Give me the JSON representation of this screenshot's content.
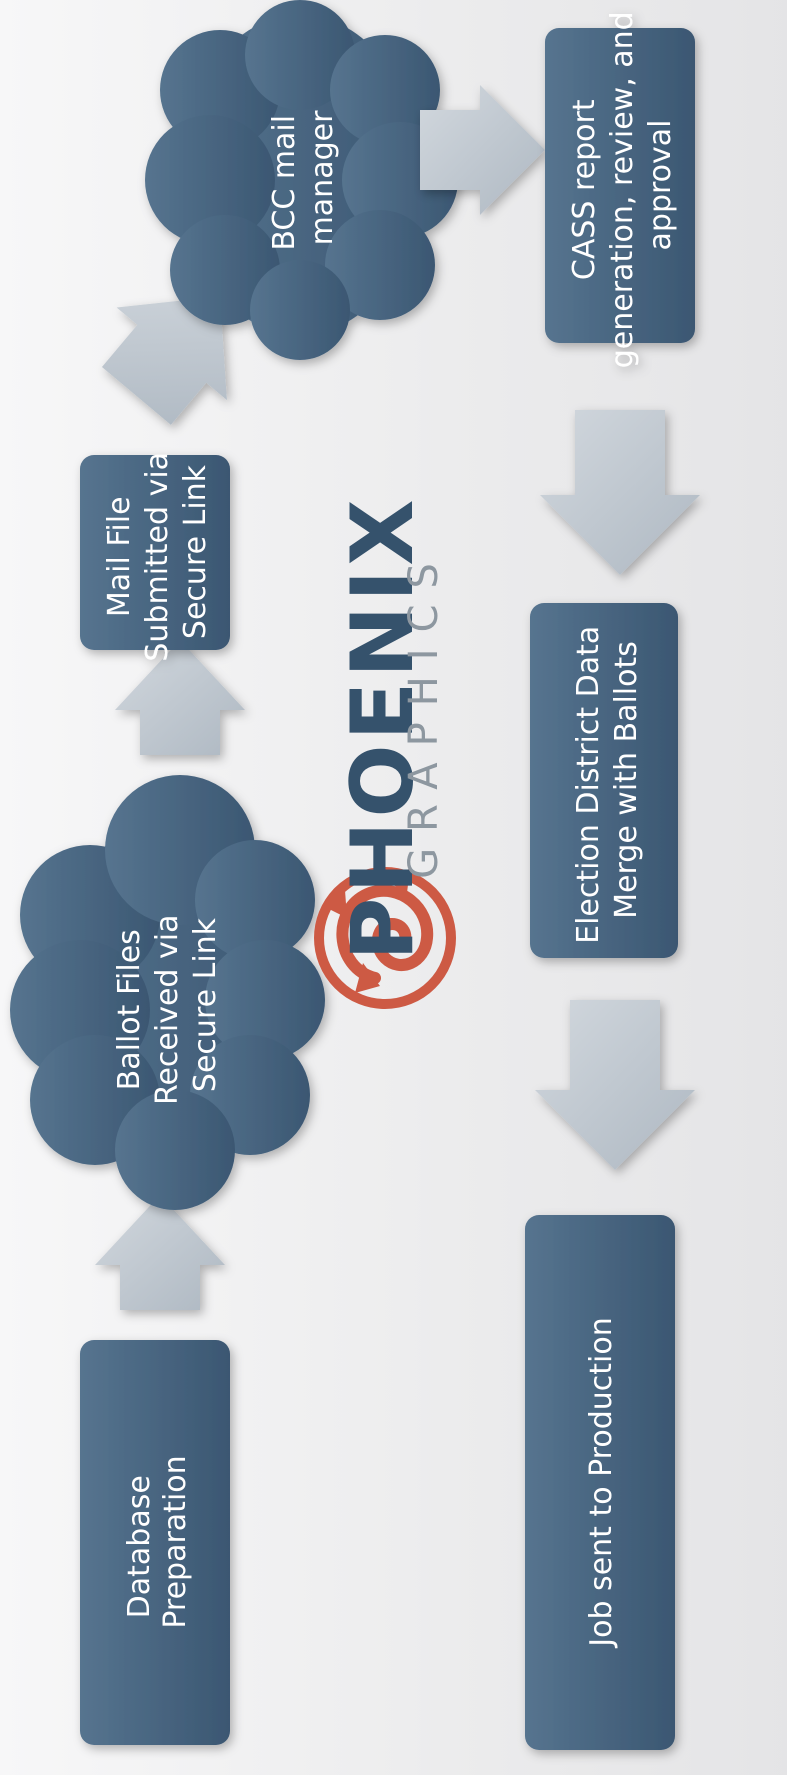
{
  "nodes": {
    "database_preparation": [
      "Database",
      "Preparation"
    ],
    "ballot_files": [
      "Ballot Files",
      "Received via",
      "Secure Link"
    ],
    "mail_file": [
      "Mail File",
      "Submitted via",
      "Secure Link"
    ],
    "bcc_mail_manager": [
      "BCC mail",
      "manager"
    ],
    "cass_report": [
      "CASS report",
      "generation, review, and",
      "approval"
    ],
    "election_district": [
      "Election District Data",
      "Merge with Ballots"
    ],
    "job_production": [
      "Job sent to Production"
    ]
  },
  "logo": {
    "name": "PHOENIX",
    "sub": "GRAPHICS"
  },
  "colors": {
    "box": "#4d6b87",
    "box_dark": "#2f4a63",
    "arrow": "#c4ccd4",
    "logo_red": "#cd5a44",
    "logo_blue": "#35526c",
    "logo_gray": "#8d97a0"
  }
}
